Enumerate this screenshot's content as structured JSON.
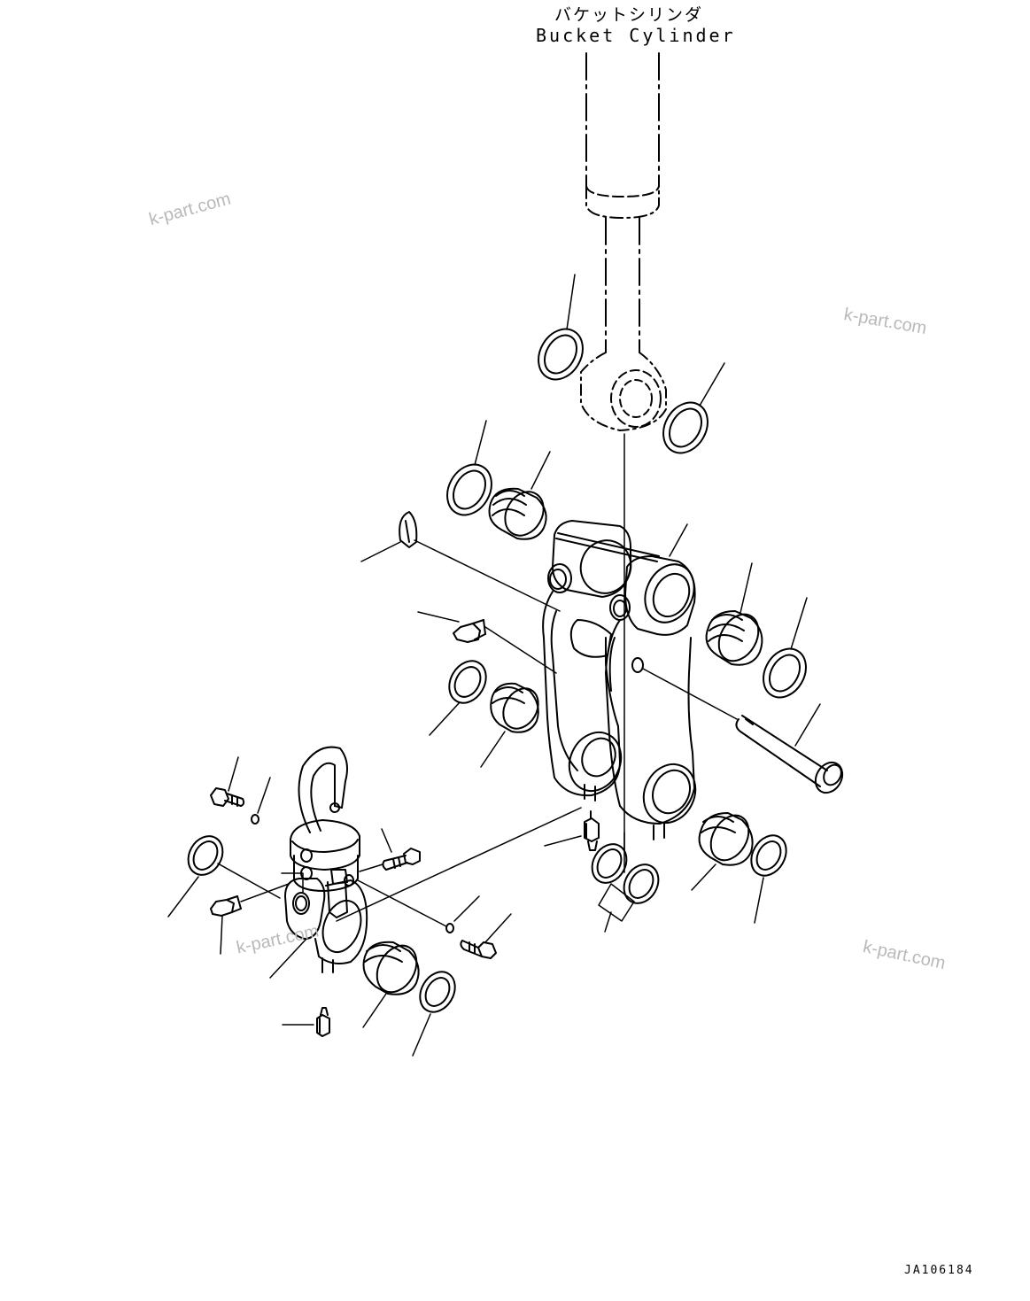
{
  "title": {
    "japanese": "バケットシリンダ",
    "english": "Bucket Cylinder"
  },
  "watermarks": [
    "k-part.com",
    "k-part.com",
    "k-part.com",
    "k-part.com"
  ],
  "drawing_code": "JA106184",
  "colors": {
    "line": "#000000",
    "watermark": "#b9b9b9",
    "background": "#ffffff"
  }
}
